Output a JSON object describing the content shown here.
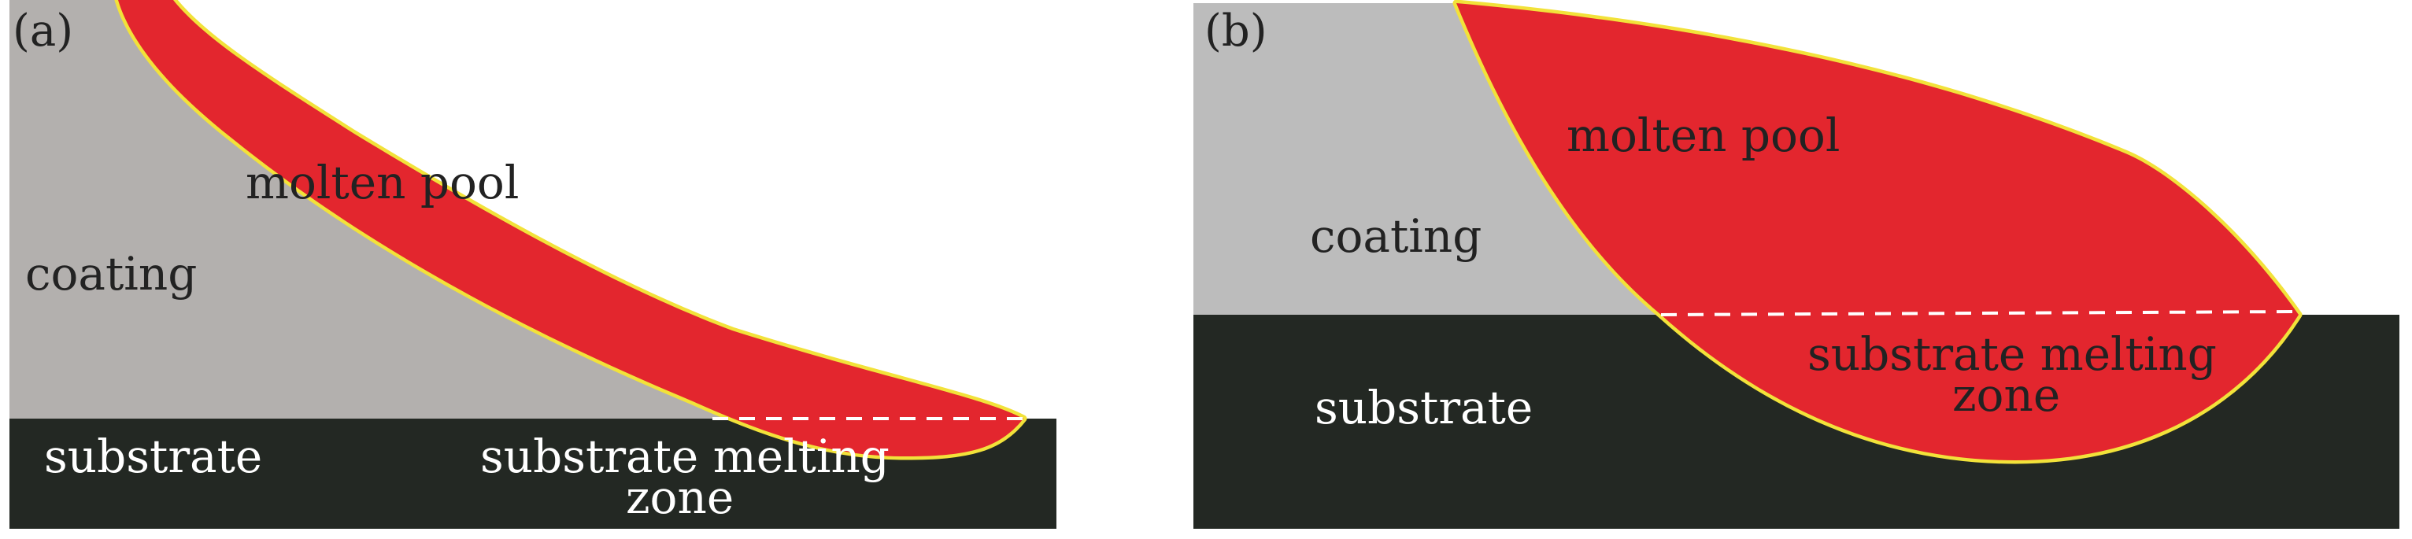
{
  "panels": [
    {
      "tag": "(a)",
      "labels": {
        "coating": "coating",
        "molten_pool": "molten pool",
        "substrate": "substrate",
        "melting_zone_line1": "substrate melting",
        "melting_zone_line2": "zone"
      }
    },
    {
      "tag": "(b)",
      "labels": {
        "coating": "coating",
        "molten_pool": "molten pool",
        "substrate": "substrate",
        "melting_zone_line1": "substrate melting",
        "melting_zone_line2": "zone"
      }
    }
  ],
  "colors": {
    "coating_a": "#b3b0ae",
    "coating_b": "#bcbcbc",
    "substrate": "#232823",
    "molten_pool": "#e3262e",
    "boundary": "#f2e23a",
    "dashed_line": "#ffffff"
  }
}
